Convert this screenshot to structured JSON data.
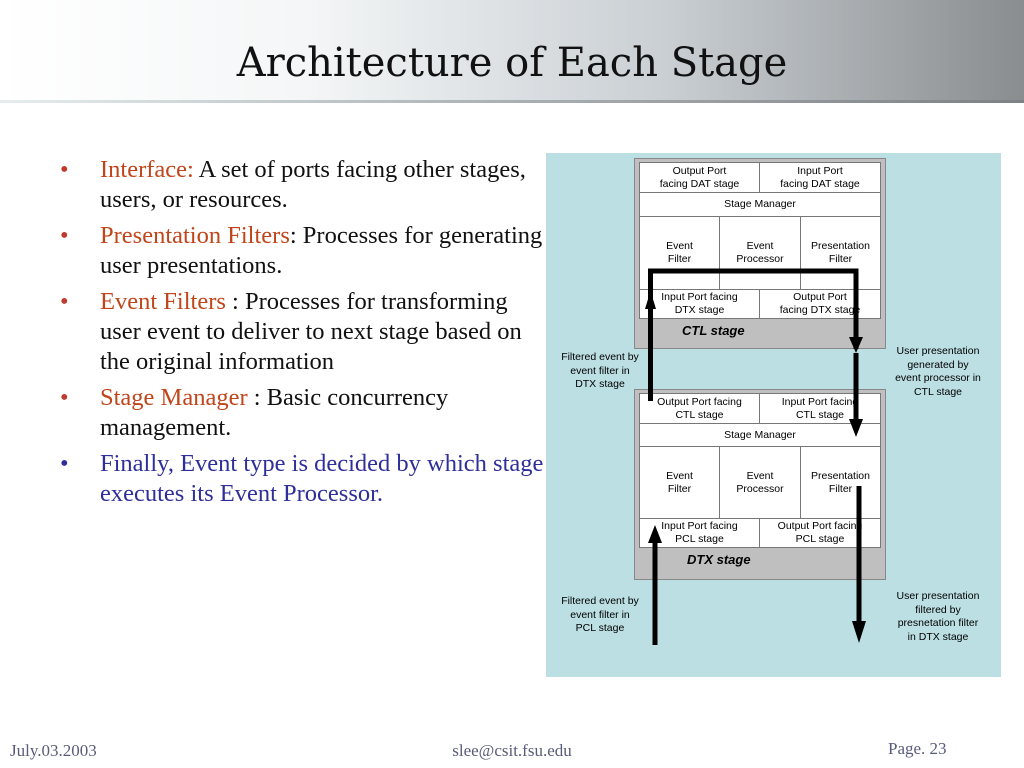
{
  "title": "Architecture of Each Stage",
  "bullets": [
    {
      "term": "Interface:",
      "text": " A set of ports facing other stages, users, or resources."
    },
    {
      "term": "Presentation Filters",
      "text": ": Processes for generating user presentations."
    },
    {
      "term": "Event Filters",
      "text": " : Processes for transforming user event to deliver to next stage based on the original information"
    },
    {
      "term": "Stage Manager",
      "text": " : Basic concurrency management."
    },
    {
      "text": "Finally, Event type is decided by which stage executes its Event Processor."
    }
  ],
  "diagram": {
    "ctl_stage": {
      "label": "CTL stage",
      "output_port": "Output Port\nfacing DAT stage",
      "input_port": "Input Port\nfacing DAT stage",
      "stage_manager": "Stage Manager",
      "event_filter": "Event\nFilter",
      "event_processor": "Event\nProcessor",
      "presentation_filter": "Presentation\nFilter",
      "bottom_input_port": "Input Port facing\nDTX stage",
      "bottom_output_port": "Output Port\nfacing DTX stage"
    },
    "dtx_stage": {
      "label": "DTX stage",
      "output_port": "Output Port facing\nCTL stage",
      "input_port": "Input Port facing\nCTL stage",
      "stage_manager": "Stage Manager",
      "event_filter": "Event\nFilter",
      "event_processor": "Event\nProcessor",
      "presentation_filter": "Presentation\nFilter",
      "bottom_input_port": "Input Port facing\nPCL stage",
      "bottom_output_port": "Output Port facing\nPCL stage"
    },
    "annotations": {
      "filtered_dtx": "Filtered event by\nevent filter in\nDTX stage",
      "generated_ctl": "User presentation\ngenerated by\nevent processor in\nCTL stage",
      "filtered_pcl": "Filtered event by\nevent filter in\nPCL stage",
      "filtered_dtx_presentation": "User presentation\nfiltered by\npresnetation filter\nin DTX stage"
    }
  },
  "footer": {
    "date": "July.03.2003",
    "email": "slee@csit.fsu.edu",
    "page": "Page. 23"
  }
}
